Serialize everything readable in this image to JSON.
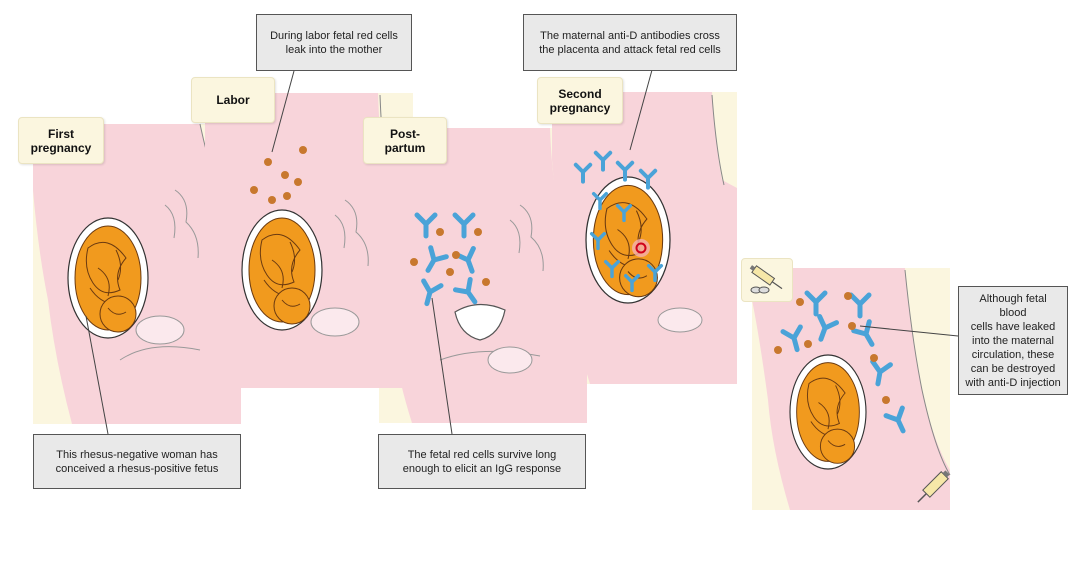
{
  "labels": {
    "first_pregnancy": "First\npregnancy",
    "labor": "Labor",
    "post_partum": "Post-\npartum",
    "second_pregnancy": "Second\npregnancy"
  },
  "callouts": {
    "first": "This rhesus-negative woman has\nconceived a rhesus-positive fetus",
    "labor": "During labor fetal red cells\nleak into the mother",
    "postpartum": "The fetal red cells survive long\nenough to elicit an IgG response",
    "second": "The maternal anti-D antibodies cross\nthe placenta and attack fetal red cells",
    "injection": "Although fetal blood\ncells have leaked\ninto the maternal\ncirculation, these\ncan be destroyed\nwith anti-D injection"
  },
  "colors": {
    "panel": "#fbf6df",
    "body_pink": "#f8d4da",
    "uterus": "#ffffff",
    "fetus": "#f19a1e",
    "fetus_outline": "#6b3a10",
    "antibody": "#4aa3d8",
    "red_cell": "#c8782e",
    "callout_bg": "#e9e9e9"
  },
  "icons": [
    "syringe-icon",
    "vial-icon"
  ]
}
